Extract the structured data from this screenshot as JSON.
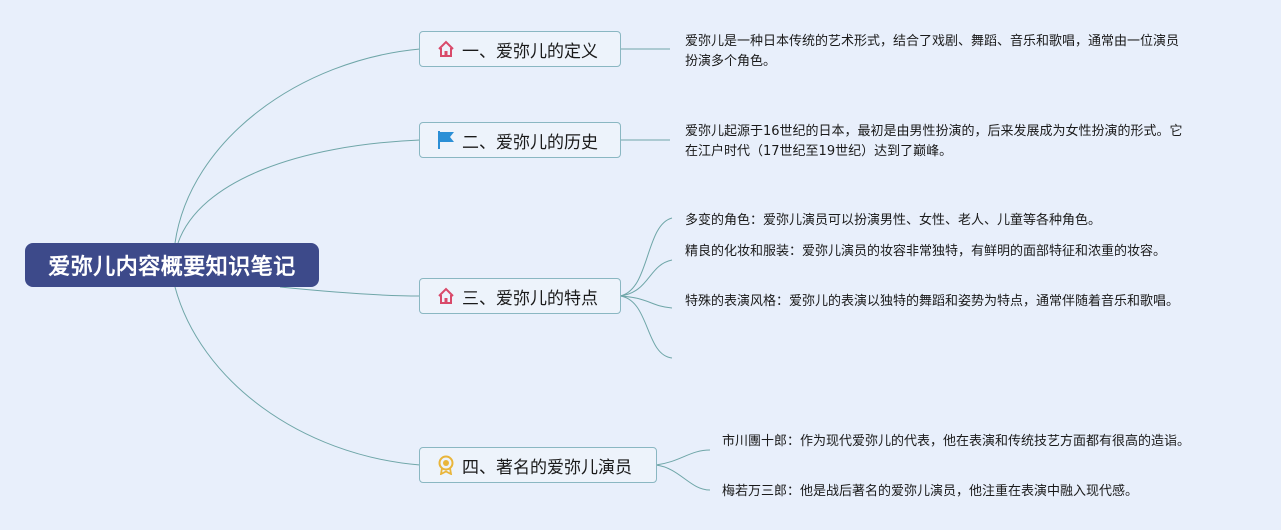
{
  "root": {
    "title": "爱弥儿内容概要知识笔记"
  },
  "branches": [
    {
      "label": "一、爱弥儿的定义",
      "icon": "home-icon",
      "icon_color": "#d94a6a",
      "leaves": [
        "爱弥儿是一种日本传统的艺术形式，结合了戏剧、舞蹈、音乐和歌唱，通常由一位演员扮演多个角色。"
      ]
    },
    {
      "label": "二、爱弥儿的历史",
      "icon": "flag-icon",
      "icon_color": "#2b8fd6",
      "leaves": [
        "爱弥儿起源于16世纪的日本，最初是由男性扮演的，后来发展成为女性扮演的形式。它在江户时代（17世纪至19世纪）达到了巅峰。"
      ]
    },
    {
      "label": "三、爱弥儿的特点",
      "icon": "home-icon",
      "icon_color": "#d94a6a",
      "leaves": [
        "多变的角色：爱弥儿演员可以扮演男性、女性、老人、儿童等各种角色。",
        "精良的化妆和服装：爱弥儿演员的妆容非常独特，有鲜明的面部特征和浓重的妆容。",
        "特殊的表演风格：爱弥儿的表演以独特的舞蹈和姿势为特点，通常伴随着音乐和歌唱。"
      ]
    },
    {
      "label": "四、著名的爱弥儿演员",
      "icon": "award-icon",
      "icon_color": "#e9b53a",
      "leaves": [
        "市川團十郎：作为现代爱弥儿的代表，他在表演和传统技艺方面都有很高的造诣。",
        "梅若万三郎：他是战后著名的爱弥儿演员，他注重在表演中融入现代感。"
      ]
    }
  ],
  "colors": {
    "root_bg": "#3d4a8a",
    "line": "#6fa6a8",
    "branch_border": "#8ab7c2",
    "background": "#e8effb"
  }
}
